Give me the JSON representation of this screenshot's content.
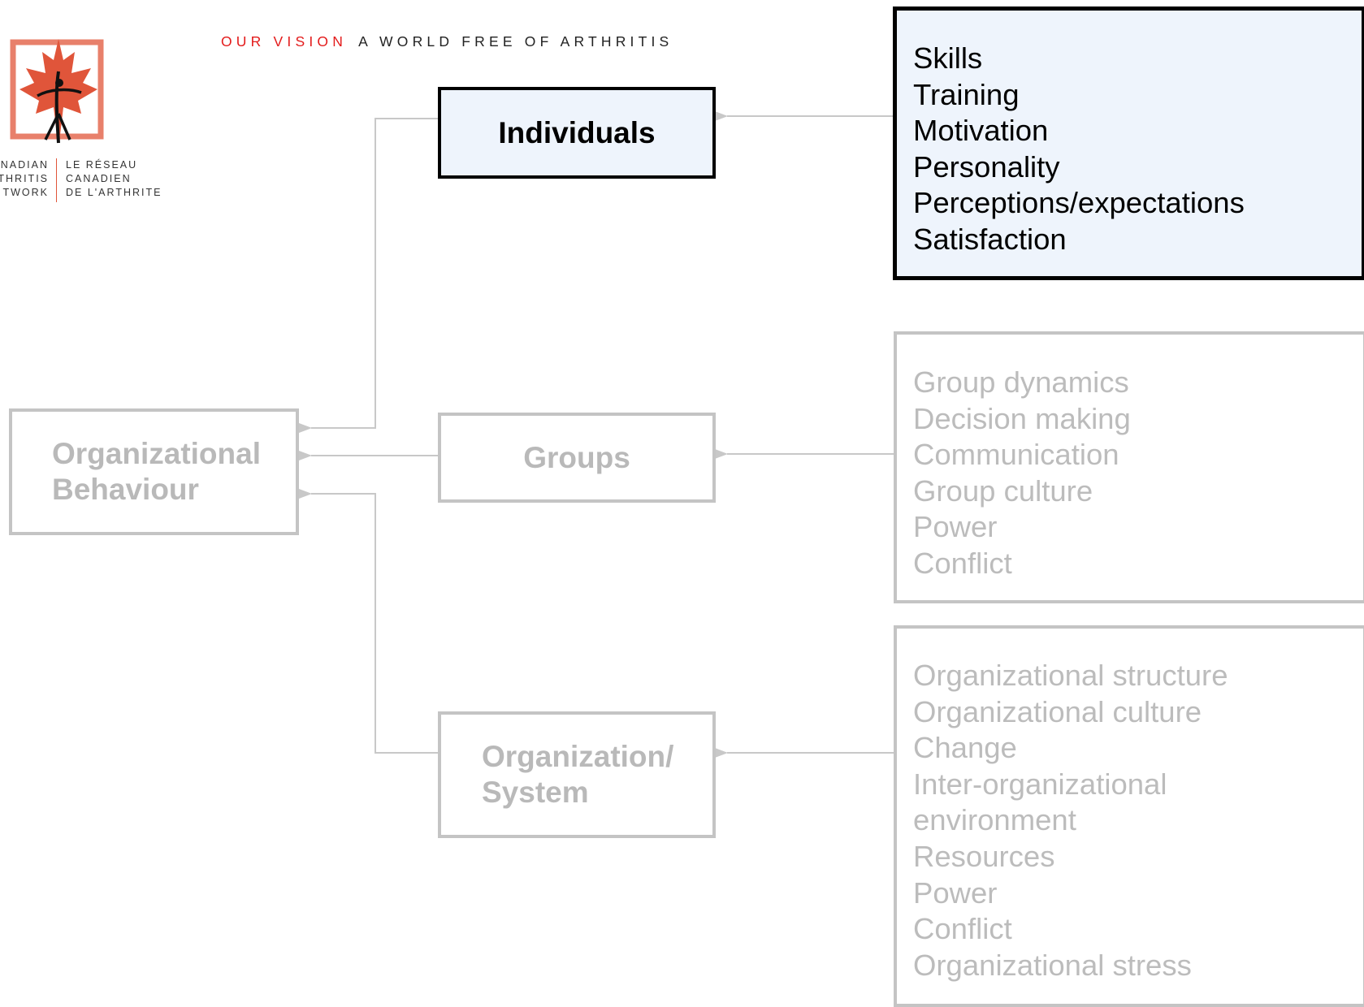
{
  "logo": {
    "name": "Canadian Arthritis Network logo",
    "en_lines": [
      "NADIAN",
      "THRITIS",
      "TWORK"
    ],
    "fr_lines": [
      "LE RÉSEAU",
      "CANADIEN",
      "DE L'ARTHRITE"
    ],
    "accent_color": "#e0553a"
  },
  "vision": {
    "label": "OUR VISION",
    "text": "A WORLD FREE OF ARTHRITIS",
    "label_color": "#e31b1b"
  },
  "diagram": {
    "root": {
      "line1": "Organizational",
      "line2": "Behaviour",
      "state": "muted"
    },
    "levels": [
      {
        "id": "individuals",
        "label": "Individuals",
        "state": "active",
        "factors": [
          "Skills",
          "Training",
          "Motivation",
          "Personality",
          "Perceptions/expectations",
          "Satisfaction"
        ]
      },
      {
        "id": "groups",
        "label": "Groups",
        "state": "muted",
        "factors": [
          "Group dynamics",
          "Decision making",
          "Communication",
          "Group culture",
          "Power",
          "Conflict"
        ]
      },
      {
        "id": "organization",
        "line1": "Organization/",
        "line2": "System",
        "state": "muted",
        "factors": [
          "Organizational structure",
          "Organizational culture",
          "Change",
          "Inter-organizational",
          "environment",
          "Resources",
          "Power",
          "Conflict",
          "Organizational stress"
        ]
      }
    ]
  },
  "colors": {
    "active_fill": "#eef4fc",
    "active_border": "#000000",
    "muted_border": "#c4c4c4",
    "muted_text": "#b9b9b9",
    "connector": "#c8c8c8"
  }
}
